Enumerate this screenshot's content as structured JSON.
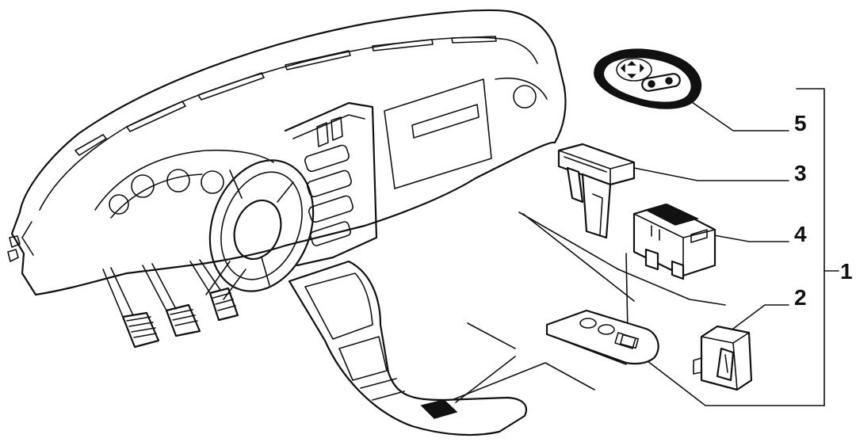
{
  "callouts": {
    "c5": "5",
    "c3": "3",
    "c4": "4",
    "c1": "1",
    "c2": "2"
  }
}
